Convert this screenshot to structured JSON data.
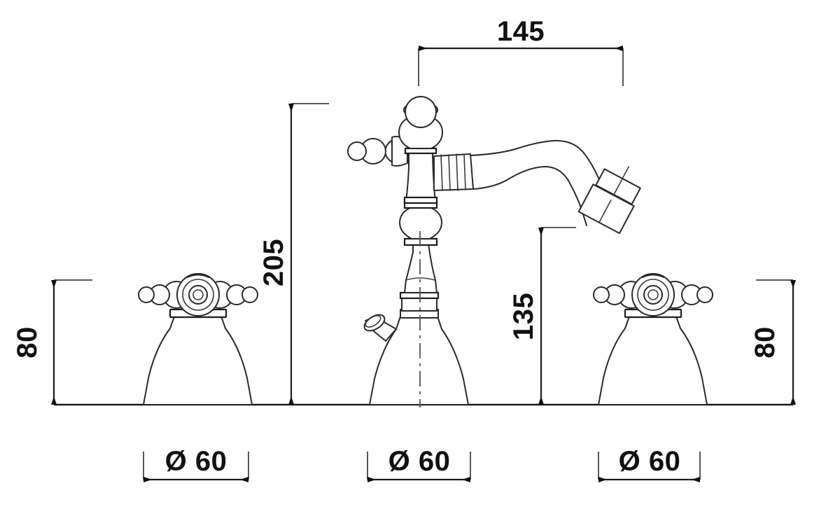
{
  "drawing": {
    "type": "technical-dimension-drawing",
    "subject": "3-hole bidet mixer tap with cross handles",
    "units": "mm",
    "background_color": "#ffffff",
    "line_color": "#2a2a2a",
    "text_color": "#111111"
  },
  "dimensions": {
    "spout_reach": {
      "label": "145",
      "orientation": "horizontal",
      "position": "top"
    },
    "total_height": {
      "label": "205",
      "orientation": "vertical-rotated",
      "position": "left-of-center"
    },
    "spout_height": {
      "label": "135",
      "orientation": "vertical-rotated",
      "position": "right-of-center"
    },
    "left_handle_height": {
      "label": "80",
      "orientation": "vertical-rotated",
      "position": "far-left"
    },
    "right_handle_height": {
      "label": "80",
      "orientation": "vertical-rotated",
      "position": "far-right"
    },
    "base_diameters": [
      {
        "label": "Ø 60",
        "position": "left"
      },
      {
        "label": "Ø 60",
        "position": "center"
      },
      {
        "label": "Ø 60",
        "position": "right"
      }
    ]
  },
  "components": {
    "left_handle": "cross-handle-valve",
    "center_body": "spout-body-with-popup-lever",
    "right_handle": "cross-handle-valve"
  }
}
